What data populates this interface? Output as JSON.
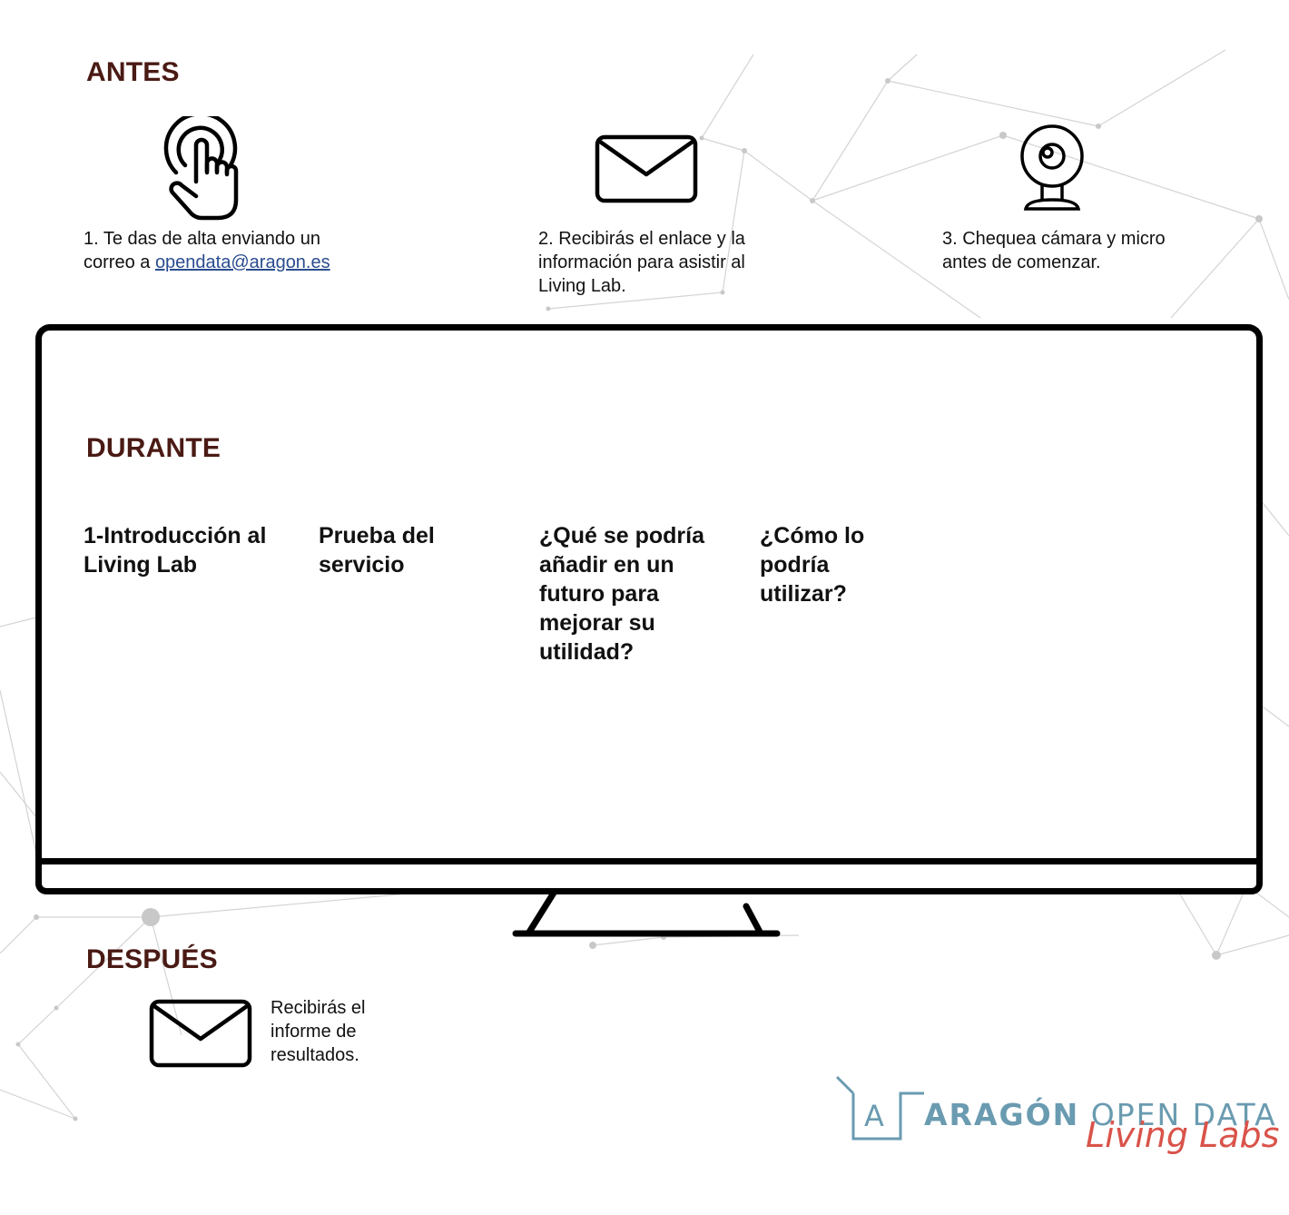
{
  "antes": {
    "title": "ANTES",
    "steps": [
      {
        "icon": "tap-hand-icon",
        "text_prefix": "1. Te das de alta enviando un correo a ",
        "link": "opendata@aragon.es"
      },
      {
        "icon": "envelope-icon",
        "text": "2. Recibirás el enlace y la información para asistir al Living Lab."
      },
      {
        "icon": "webcam-icon",
        "text": "3. Chequea cámara y micro antes de comenzar."
      }
    ]
  },
  "durante": {
    "title": "DURANTE",
    "topics": [
      "1-Introducción al Living Lab",
      "Prueba del servicio",
      "¿Qué se podría añadir en un futuro para mejorar su utilidad?",
      "¿Cómo lo podría utilizar?"
    ]
  },
  "despues": {
    "title": "DESPUÉS",
    "icon": "envelope-icon",
    "text": "Recibirás el informe de resultados."
  },
  "logo": {
    "letter": "A",
    "name_bold": "ARAGÓN",
    "name_light": " OPEN DATA",
    "subtitle": "Living Labs"
  },
  "colors": {
    "title": "#4a1a14",
    "link": "#2a4c8f",
    "logo_blue": "#6a9bb0",
    "logo_red": "#d9534a"
  }
}
